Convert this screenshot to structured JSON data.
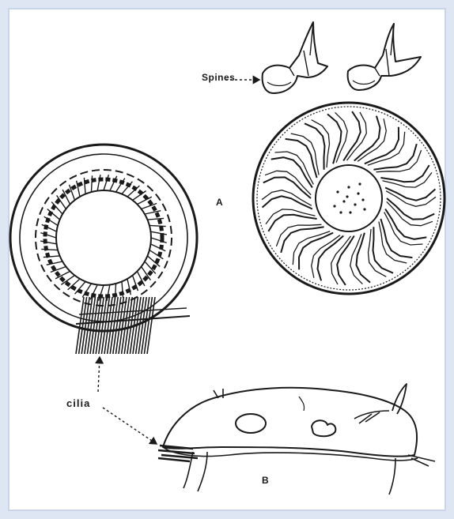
{
  "labels": {
    "spines": "Spines",
    "figure_a": "A",
    "cilia": "cilia",
    "figure_b": "B"
  },
  "colors": {
    "ink": "#1a1a1a",
    "frame": "#c9d6ea",
    "background": "#dde6f2"
  },
  "icons": {
    "spine": "spine-drawing",
    "ring": "denticle-ring-drawing",
    "cell": "ciliate-cell-drawing"
  }
}
